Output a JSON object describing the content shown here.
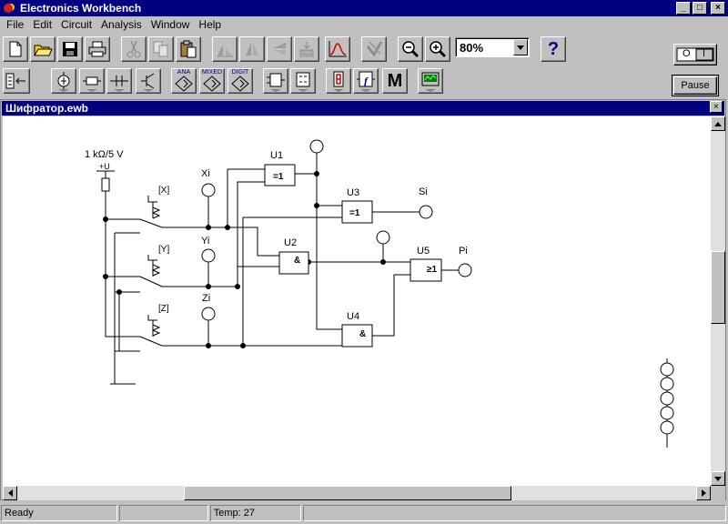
{
  "app": {
    "title": "Electronics Workbench",
    "window_controls": {
      "minimize": "_",
      "maximize": "□",
      "close": "×"
    }
  },
  "menu": [
    {
      "label": "File",
      "mnemonic": "F"
    },
    {
      "label": "Edit",
      "mnemonic": "E"
    },
    {
      "label": "Circuit",
      "mnemonic": "C"
    },
    {
      "label": "Analysis",
      "mnemonic": "A"
    },
    {
      "label": "Window",
      "mnemonic": "W"
    },
    {
      "label": "Help",
      "mnemonic": "H"
    }
  ],
  "toolbar": {
    "buttons": [
      "new-file-icon",
      "open-folder-icon",
      "save-disk-icon",
      "print-icon",
      "cut-icon",
      "copy-icon",
      "paste-icon",
      "rotate-icon",
      "flip-horizontal-icon",
      "flip-vertical-icon",
      "subcircuit-icon",
      "graph-icon",
      "component-properties-icon",
      "zoom-out-icon",
      "zoom-in-icon",
      "help-icon"
    ],
    "zoom_value": "80%",
    "help_label": "?",
    "pause_label": "Pause",
    "power_label_off": "O",
    "power_label_on": "I"
  },
  "parts_bin": {
    "buttons": [
      "favorites-bin-icon",
      "sources-bin-icon",
      "basic-bin-icon",
      "diodes-bin-icon",
      "transistors-bin-icon",
      "analog-ics-bin-icon",
      "mixed-ics-bin-icon",
      "digital-ics-bin-icon",
      "logic-gates-bin-icon",
      "digital-bin-icon",
      "indicators-bin-icon",
      "controls-bin-icon",
      "miscellaneous-bin-icon",
      "instruments-bin-icon"
    ],
    "labels": {
      "analog": "ANA",
      "mixed": "MIXED",
      "digital": "DIGIT",
      "misc": "M",
      "controls": "f"
    }
  },
  "document": {
    "title": "Шифратор.ewb",
    "close": "×"
  },
  "circuit": {
    "source_label": "1 kΩ/5 V",
    "vcc_label": "+U",
    "switches": [
      "[X]",
      "[Y]",
      "[Z]"
    ],
    "input_labels": [
      "Xi",
      "Yi",
      "Zi"
    ],
    "gates": [
      {
        "name": "U1",
        "op": "=1"
      },
      {
        "name": "U2",
        "op": "&"
      },
      {
        "name": "U3",
        "op": "=1"
      },
      {
        "name": "U4",
        "op": "&"
      },
      {
        "name": "U5",
        "op": "≥1"
      }
    ],
    "output_labels": [
      "Si",
      "Pi"
    ]
  },
  "status": {
    "state": "Ready",
    "panel2": "",
    "temp": "Temp:  27",
    "panel4": ""
  }
}
